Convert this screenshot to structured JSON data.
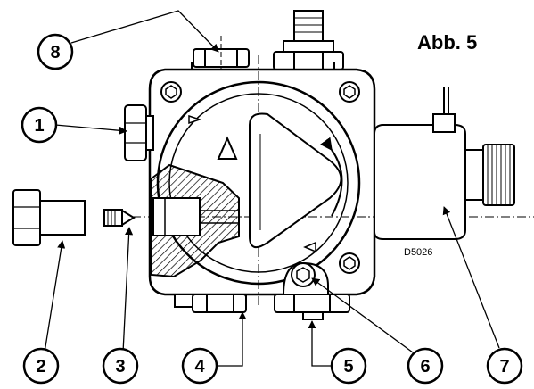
{
  "figure": {
    "title": "Abb. 5",
    "drawing_code": "D5026",
    "callouts": [
      "1",
      "2",
      "3",
      "4",
      "5",
      "6",
      "7",
      "8"
    ],
    "colors": {
      "line": "#000000",
      "background": "#ffffff",
      "hatch": "#000000"
    }
  }
}
